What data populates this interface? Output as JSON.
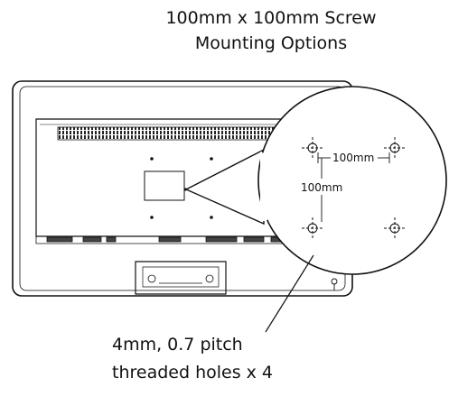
{
  "title": {
    "line1": "100mm x 100mm Screw",
    "line2": "Mounting Options"
  },
  "callout": {
    "horizontal_label": "100mm",
    "vertical_label": "100mm"
  },
  "caption": {
    "line1": "4mm, 0.7 pitch",
    "line2": "threaded holes x 4"
  },
  "colors": {
    "line": "#111111",
    "background": "#ffffff"
  }
}
